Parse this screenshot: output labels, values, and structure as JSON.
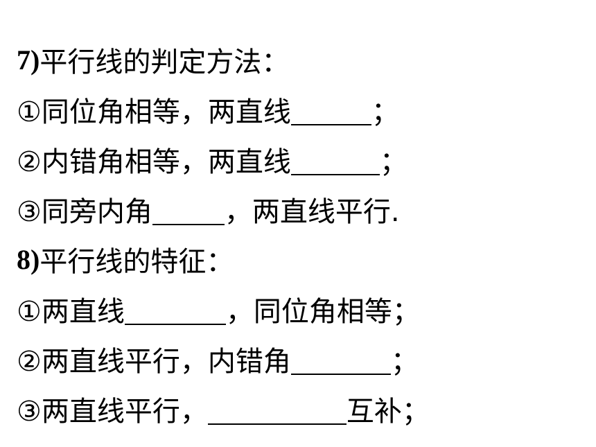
{
  "section7": {
    "number": "7)",
    "title": "平行线的判定方法：",
    "items": [
      {
        "before": "①同位角相等，两直线 ",
        "after": "；"
      },
      {
        "before": "②内错角相等，两直线",
        "after": "；"
      },
      {
        "before": "③同旁内角",
        "after": "，两直线平行."
      }
    ]
  },
  "section8": {
    "number": "8)",
    "title": "平行线的特征：",
    "items": [
      {
        "before": "①两直线",
        "after": "，同位角相等；"
      },
      {
        "before": "②两直线平行，内错角",
        "after": "；"
      },
      {
        "before": "③两直线平行，",
        "after": "互补；"
      }
    ]
  }
}
